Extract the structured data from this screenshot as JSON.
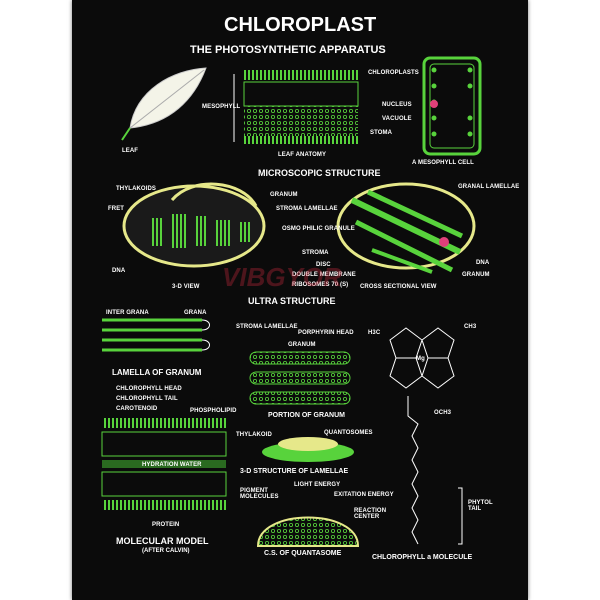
{
  "title": "CHLOROPLAST",
  "subtitle": "THE PHOTOSYNTHETIC APPARATUS",
  "sections": {
    "microscopic": "MICROSCOPIC STRUCTURE",
    "ultra": "ULTRA STRUCTURE",
    "lamella_granum": "LAMELLA OF GRANUM",
    "portion_granum": "PORTION OF GRANUM",
    "lamellae_3d": "3-D STRUCTURE OF LAMELLAE",
    "molecular": "MOLECULAR MODEL",
    "after_calvin": "(AFTER CALVIN)",
    "quantasome": "C.S. OF QUANTASOME",
    "chlorophyll": "CHLOROPHYLL a MOLECULE"
  },
  "labels": {
    "leaf": "LEAF",
    "mesophyll": "MESOPHYLL",
    "leaf_anatomy": "LEAF ANATOMY",
    "chloroplasts": "CHLOROPLASTS",
    "nucleus": "NUCLEUS",
    "vacuole": "VACUOLE",
    "stoma": "STOMA",
    "mesophyll_cell": "A MESOPHYLL CELL",
    "thylakoids": "THYLAKOIDS",
    "granum": "GRANUM",
    "fret": "FRET",
    "stroma_lamellae": "STROMA LAMELLAE",
    "osmophilic": "OSMO PHILIC GRANULE",
    "granal_lamellae": "GRANAL LAMELLAE",
    "stroma": "STROMA",
    "disc": "DISC",
    "double_membrane": "DOUBLE MEMBRANE",
    "ribosomes": "RIBOSOMES 70 (S)",
    "dna": "DNA",
    "granum2": "GRANUM",
    "view_3d": "3-D VIEW",
    "cross_view": "CROSS SECTIONAL VIEW",
    "inter_grana": "INTER GRANA",
    "grana": "GRANA",
    "stroma_lamellae2": "STROMA LAMELLAE",
    "porphyrin": "PORPHYRIN HEAD",
    "granum3": "GRANUM",
    "chl_head": "CHLOROPHYLL HEAD",
    "chl_tail": "CHLOROPHYLL TAIL",
    "carotenoid": "CAROTENOID",
    "phospholipid": "PHOSPHOLIPID",
    "hydration": "HYDRATION WATER",
    "protein": "PROTEIN",
    "thylakoid": "THYLAKOID",
    "quantasomes": "QUANTOSOMES",
    "pigment": "PIGMENT MOLECULES",
    "light_energy": "LIGHT ENERGY",
    "excitation": "EXITATION ENERGY",
    "reaction": "REACTION CENTER",
    "phytol": "PHYTOL TAIL",
    "ch3": "CH3",
    "h3c": "H3C",
    "och3": "OCH3",
    "mg": "Mg"
  },
  "watermark": "VIBGYOR",
  "colors": {
    "background": "#0b0b0b",
    "green": "#58d33c",
    "yellow": "#e6e88a",
    "text": "#ffffff"
  }
}
